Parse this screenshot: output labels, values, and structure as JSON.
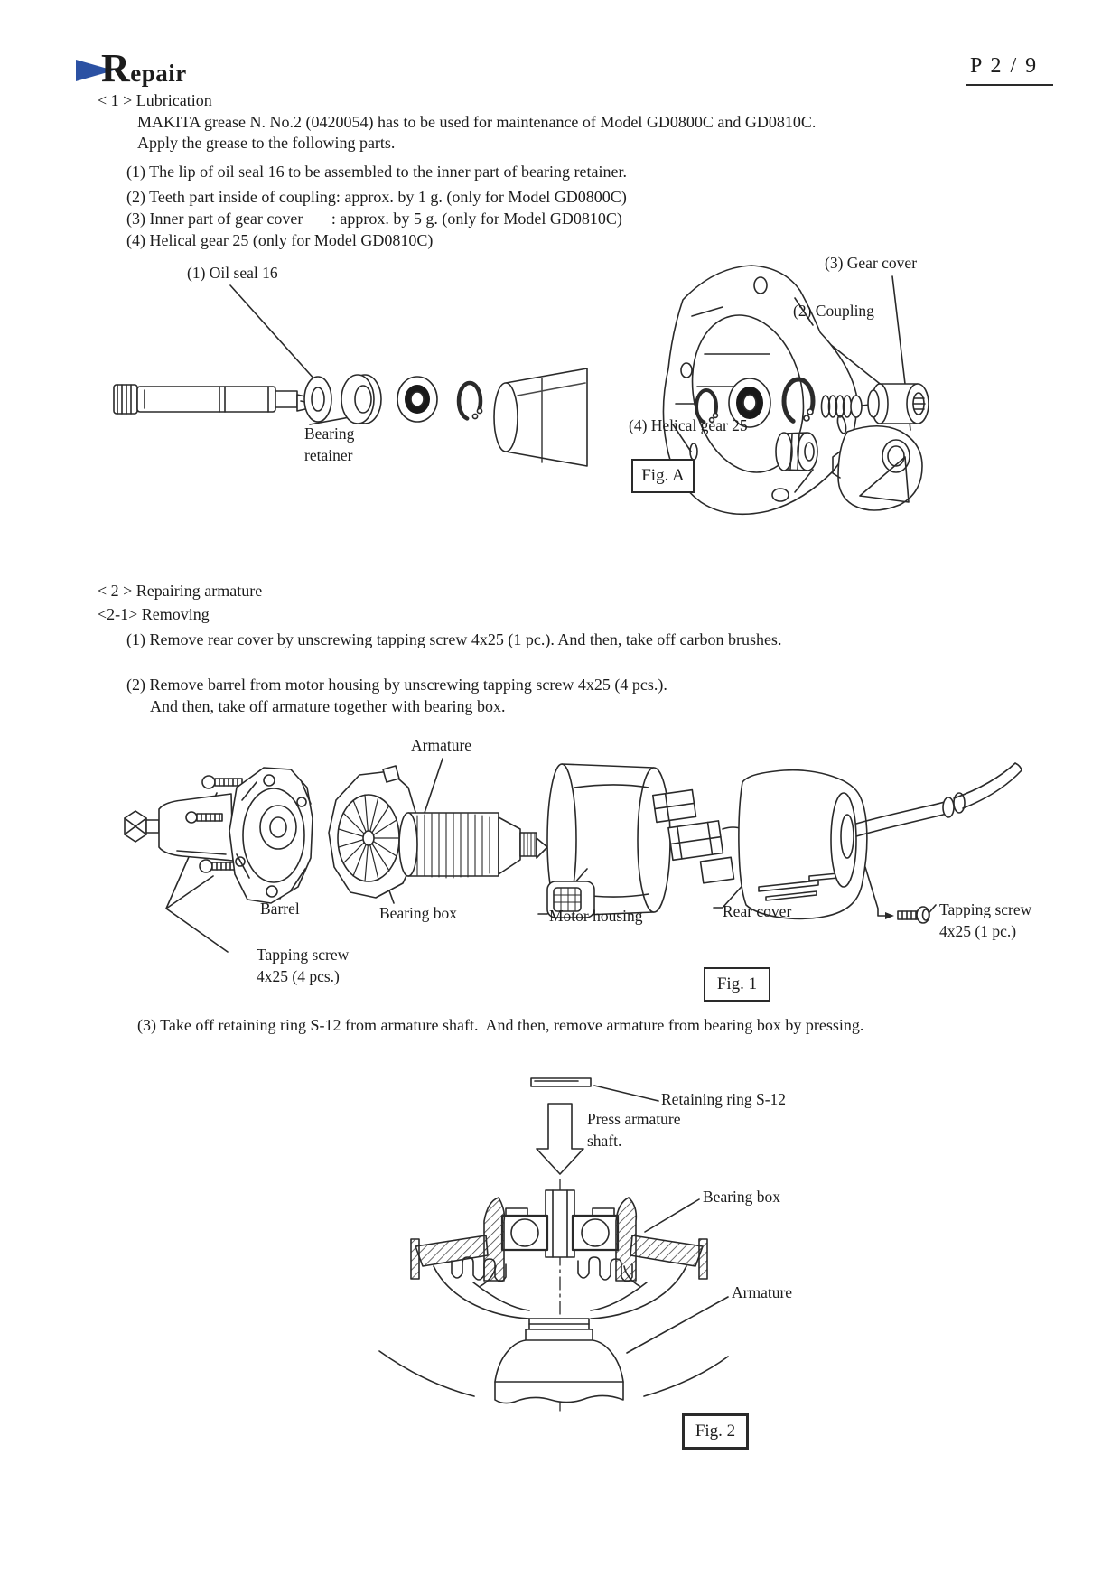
{
  "colors": {
    "accent_blue": "#2b51a3",
    "ink": "#2a2a2a"
  },
  "header": {
    "title": "Repair",
    "page_no": "P 2 / 9"
  },
  "lubrication": {
    "heading": "< 1 > Lubrication",
    "para1": "MAKITA grease N. No.2 (0420054) has to be used for maintenance of Model GD0800C and GD0810C.",
    "para2": "Apply the grease to the following parts.",
    "items": [
      "(1) The lip of oil seal 16 to be assembled to the inner part of bearing retainer.",
      "(2) Teeth part inside of coupling: approx. by 1 g. (only for Model GD0800C)",
      "(3) Inner part of gear cover       : approx. by 5 g. (only for Model GD0810C)",
      "(4) Helical gear 25 (only for Model GD0810C)"
    ]
  },
  "fig_a": {
    "caption": "Fig. A",
    "labels": {
      "oil_seal": "(1) Oil seal 16",
      "gear_cover": "(3) Gear cover",
      "coupling": "(2) Coupling",
      "helical_gear": "(4) Helical gear 25",
      "bearing_retainer": "Bearing\nretainer"
    }
  },
  "repairing": {
    "heading": "< 2 > Repairing armature",
    "subheading": "<2-1> Removing",
    "step1": "(1) Remove rear cover by unscrewing tapping screw 4x25 (1 pc.). And then, take off carbon brushes.",
    "step2a": "(2) Remove barrel from motor housing by unscrewing tapping screw 4x25 (4 pcs.).",
    "step2b": "And then, take off armature together with bearing box.",
    "step3": "(3) Take off retaining ring S-12 from armature shaft.  And then, remove armature from bearing box by pressing."
  },
  "fig_1": {
    "caption": "Fig. 1",
    "labels": {
      "armature": "Armature",
      "barrel": "Barrel",
      "bearing_box": "Bearing box",
      "motor_housing": "Motor housing",
      "rear_cover": "Rear cover",
      "tapping_screw_1": "Tapping screw\n4x25 (1 pc.)",
      "tapping_screw_4": "Tapping screw\n4x25 (4 pcs.)"
    }
  },
  "fig_2": {
    "caption": "Fig. 2",
    "labels": {
      "retaining_ring": "Retaining ring S-12",
      "press_shaft": "Press armature\nshaft.",
      "bearing_box": "Bearing box",
      "armature": "Armature"
    }
  }
}
